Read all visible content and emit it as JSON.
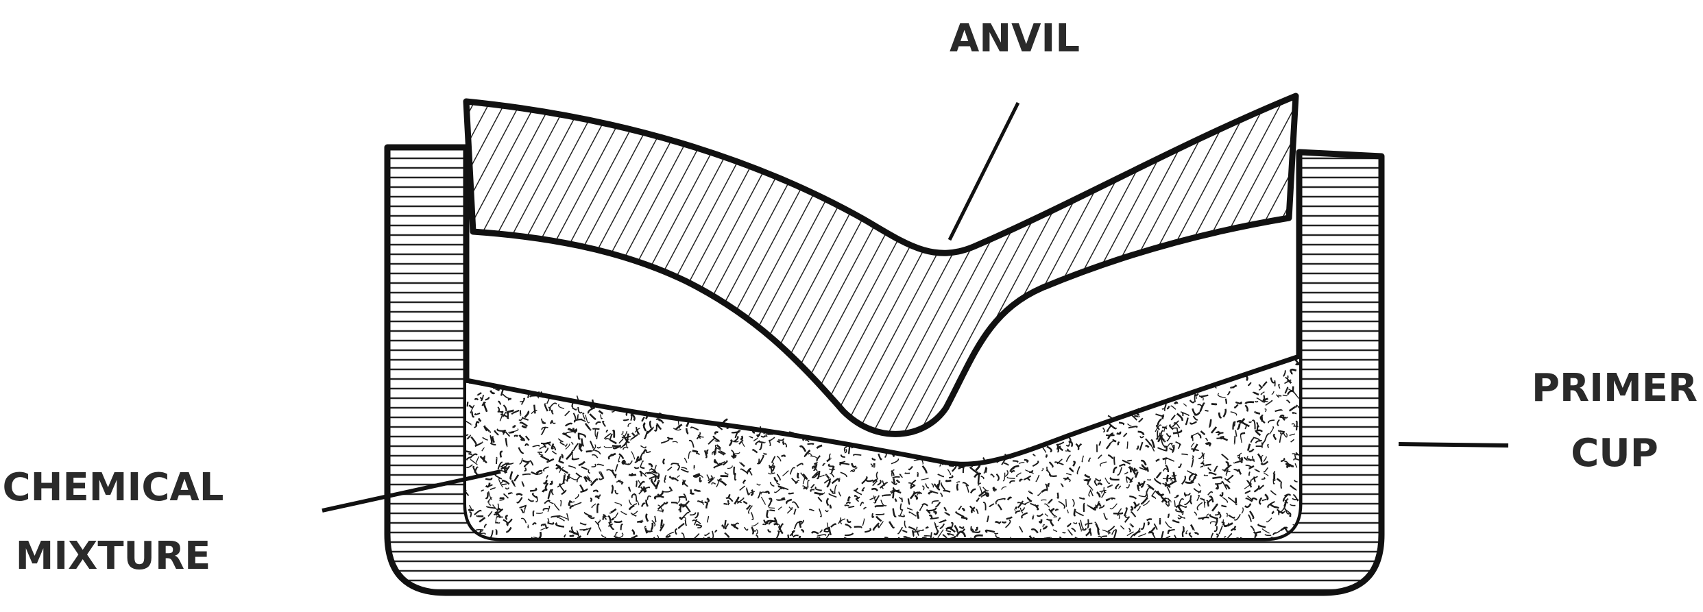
{
  "labels": {
    "anvil": "ANVIL",
    "primer_line1": "PRIMER",
    "primer_line2": "CUP",
    "chemical_line1": "CHEMICAL",
    "chemical_line2": "MIXTURE"
  },
  "colors": {
    "ink": "#1a1a1a",
    "paper": "#ffffff"
  }
}
